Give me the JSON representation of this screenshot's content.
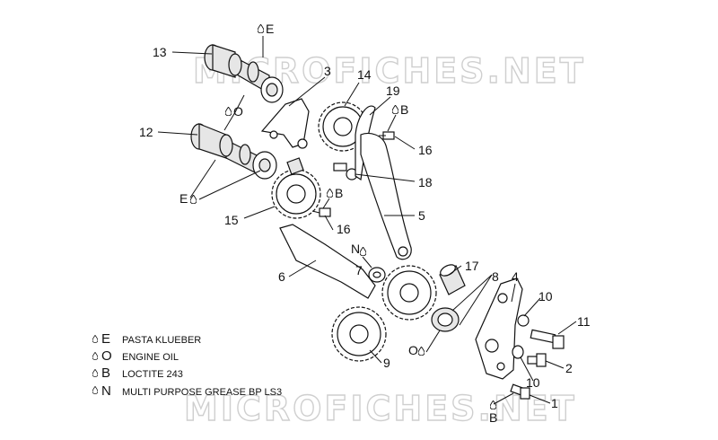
{
  "watermark": "MICROFICHES.NET",
  "callouts": {
    "c13": "13",
    "c12": "12",
    "c3": "3",
    "c14": "14",
    "c19": "19",
    "c16a": "16",
    "c18": "18",
    "c5": "5",
    "c15": "15",
    "c16b": "16",
    "c6": "6",
    "c7": "7",
    "c17": "17",
    "c8": "8",
    "c4": "4",
    "c10a": "10",
    "c11": "11",
    "c2": "2",
    "c10b": "10",
    "c1": "1",
    "c9": "9"
  },
  "markers": {
    "e_top": "E",
    "o_cam": "O",
    "e_left": "E",
    "b_top": "B",
    "b_mid": "B",
    "n_mid": "N",
    "o_bottom": "O",
    "b_bottom": "B"
  },
  "legend": [
    {
      "code": "E",
      "text": "PASTA KLUEBER"
    },
    {
      "code": "O",
      "text": "ENGINE OIL"
    },
    {
      "code": "B",
      "text": "LOCTITE 243"
    },
    {
      "code": "N",
      "text": "MULTI PURPOSE GREASE BP LS3"
    }
  ],
  "colors": {
    "line": "#111111",
    "watermark": "#cfcfcf"
  },
  "icons": {
    "droplet": "droplet-icon"
  }
}
